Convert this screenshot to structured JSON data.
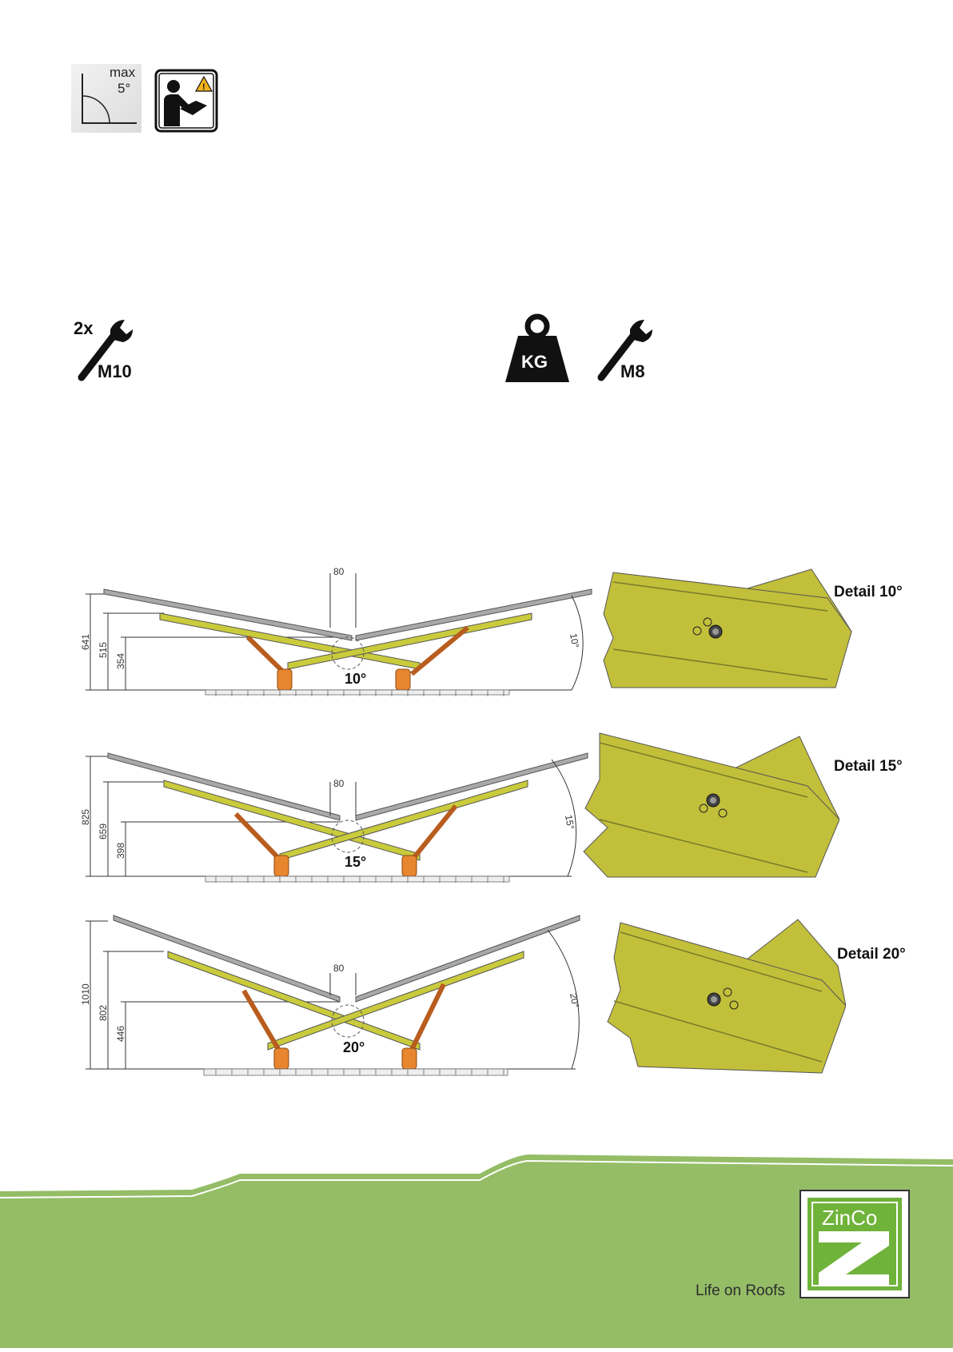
{
  "page_icons": {
    "slope": {
      "max_label": "max",
      "value_label": "5°",
      "icon": "roof-slope-icon"
    },
    "manual_icon": "read-manual-warning-icon",
    "wrench_left": {
      "count_label": "2x",
      "size_label": "M10",
      "icon": "wrench-icon"
    },
    "weight": {
      "label": "KG",
      "icon": "weight-icon"
    },
    "wrench_right": {
      "size_label": "M8",
      "icon": "wrench-icon"
    }
  },
  "diagrams": [
    {
      "angle_label": "10°",
      "dims": {
        "total": "641",
        "mid": "515",
        "low": "354",
        "gap": "80",
        "arc": "10°"
      },
      "detail_label": "Detail 10°"
    },
    {
      "angle_label": "15°",
      "dims": {
        "total": "825",
        "mid": "659",
        "low": "398",
        "gap": "80",
        "arc": "15°"
      },
      "detail_label": "Detail 15°"
    },
    {
      "angle_label": "20°",
      "dims": {
        "total": "1010",
        "mid": "802",
        "low": "446",
        "gap": "80",
        "arc": "20°"
      },
      "detail_label": "Detail 20°"
    }
  ],
  "footer": {
    "brand": "ZinCo",
    "tagline": "Life on Roofs",
    "colors": {
      "green": "#94bd66",
      "logo_green": "#6fb33a"
    }
  }
}
